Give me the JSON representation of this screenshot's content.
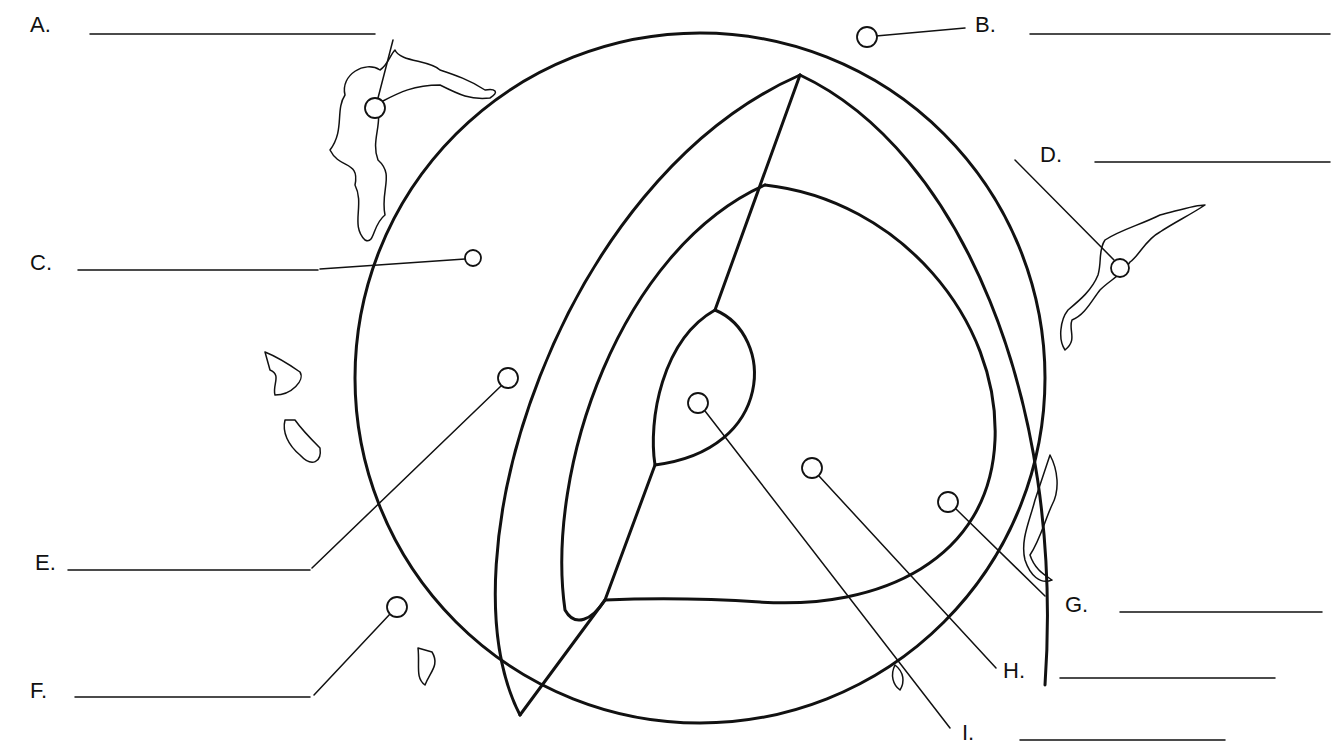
{
  "diagram": {
    "labels": [
      "A.",
      "B.",
      "C.",
      "D.",
      "E.",
      "F.",
      "G.",
      "H.",
      "I."
    ]
  }
}
